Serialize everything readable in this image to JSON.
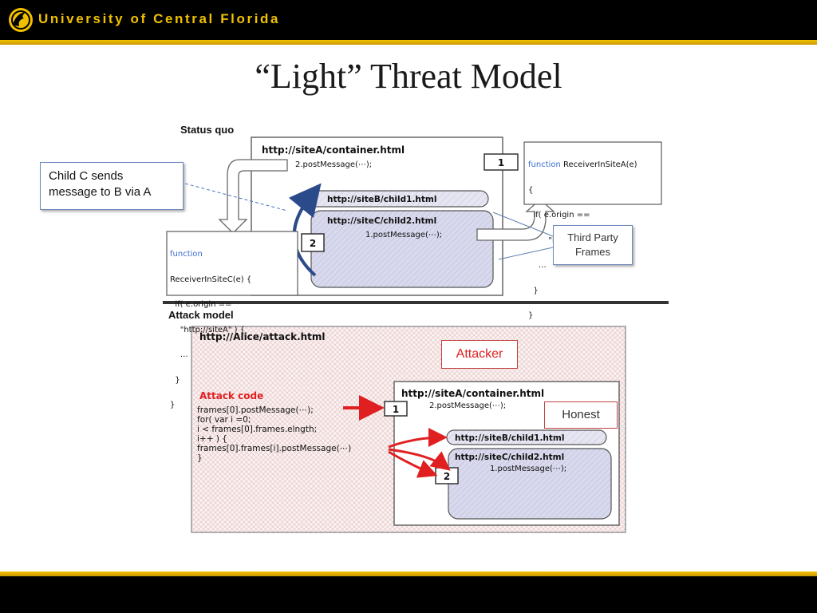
{
  "header": {
    "university": "University of Central Florida"
  },
  "slide": {
    "title": "“Light” Threat Model"
  },
  "callouts": {
    "child_c_line1": "Child C sends",
    "child_c_line2": "message to B via A",
    "third_party_line1": "Third Party",
    "third_party_line2": "Frames",
    "attacker": "Attacker",
    "honest": "Honest"
  },
  "status_quo": {
    "heading": "Status quo",
    "container_url": "http://siteA/container.html",
    "container_msg": "2.postMessage(⋯);",
    "badge1": "1",
    "badge2": "2",
    "child1_url": "http://siteB/child1.html",
    "child2_url": "http://siteC/child2.html",
    "child2_msg": "1.postMessage(⋯);",
    "receiverA": [
      "function ReceiverInSiteA(e)",
      "{",
      "  if( e.origin ==",
      "        \"http://siteC\" ) {",
      "    …",
      "  }",
      "}"
    ],
    "receiverC": [
      "function",
      "ReceiverInSiteC(e) {",
      "  if( e.origin ==",
      "    \"http://siteA\" ) {",
      "    …",
      "  }",
      "}"
    ]
  },
  "attack_model": {
    "heading": "Attack model",
    "alice_url": "http://Alice/attack.html",
    "attack_code_label": "Attack code",
    "code": [
      "frames[0].postMessage(⋯);",
      "for( var i =0;",
      "      i < frames[0].frames.elngth;",
      "      i++ ) {",
      "frames[0].frames[i].postMessage(⋯)",
      "}"
    ],
    "container_url": "http://siteA/container.html",
    "container_msg": "2.postMessage(⋯);",
    "badge1": "1",
    "badge2": "2",
    "child1_url": "http://siteB/child1.html",
    "child2_url": "http://siteC/child2.html",
    "child2_msg": "1.postMessage(⋯);"
  }
}
